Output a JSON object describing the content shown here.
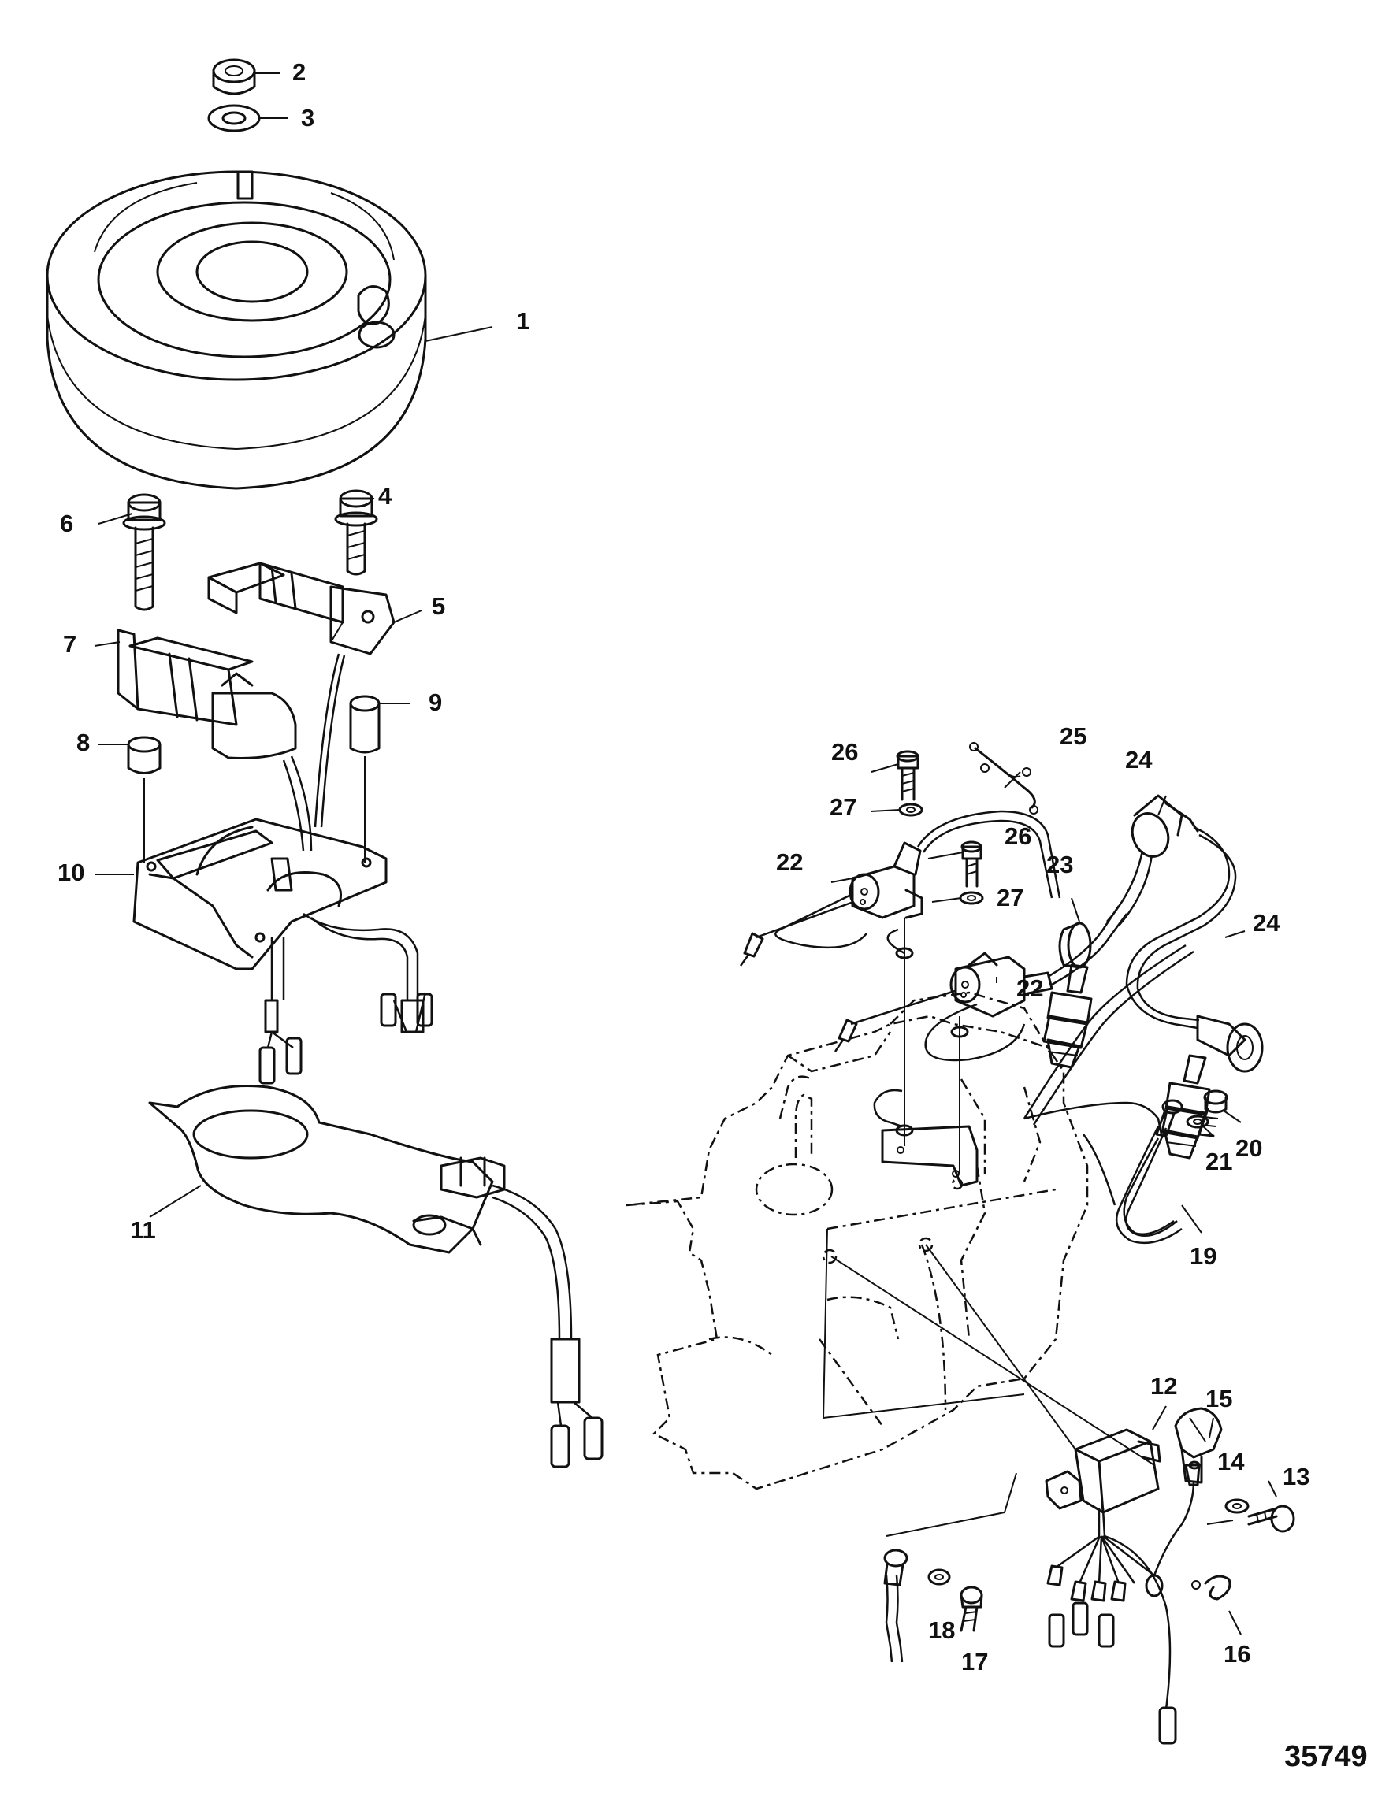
{
  "figure_number": "35749",
  "callouts": {
    "c1": "1",
    "c2": "2",
    "c3": "3",
    "c4": "4",
    "c5": "5",
    "c6": "6",
    "c7": "7",
    "c8": "8",
    "c9": "9",
    "c10": "10",
    "c11": "11",
    "c12": "12",
    "c13": "13",
    "c14": "14",
    "c15": "15",
    "c16": "16",
    "c17": "17",
    "c18": "18",
    "c19": "19",
    "c20": "20",
    "c21": "21",
    "c22a": "22",
    "c22b": "22",
    "c23": "23",
    "c24a": "24",
    "c24b": "24",
    "c25": "25",
    "c26a": "26",
    "c26b": "26",
    "c27a": "27",
    "c27b": "27"
  }
}
